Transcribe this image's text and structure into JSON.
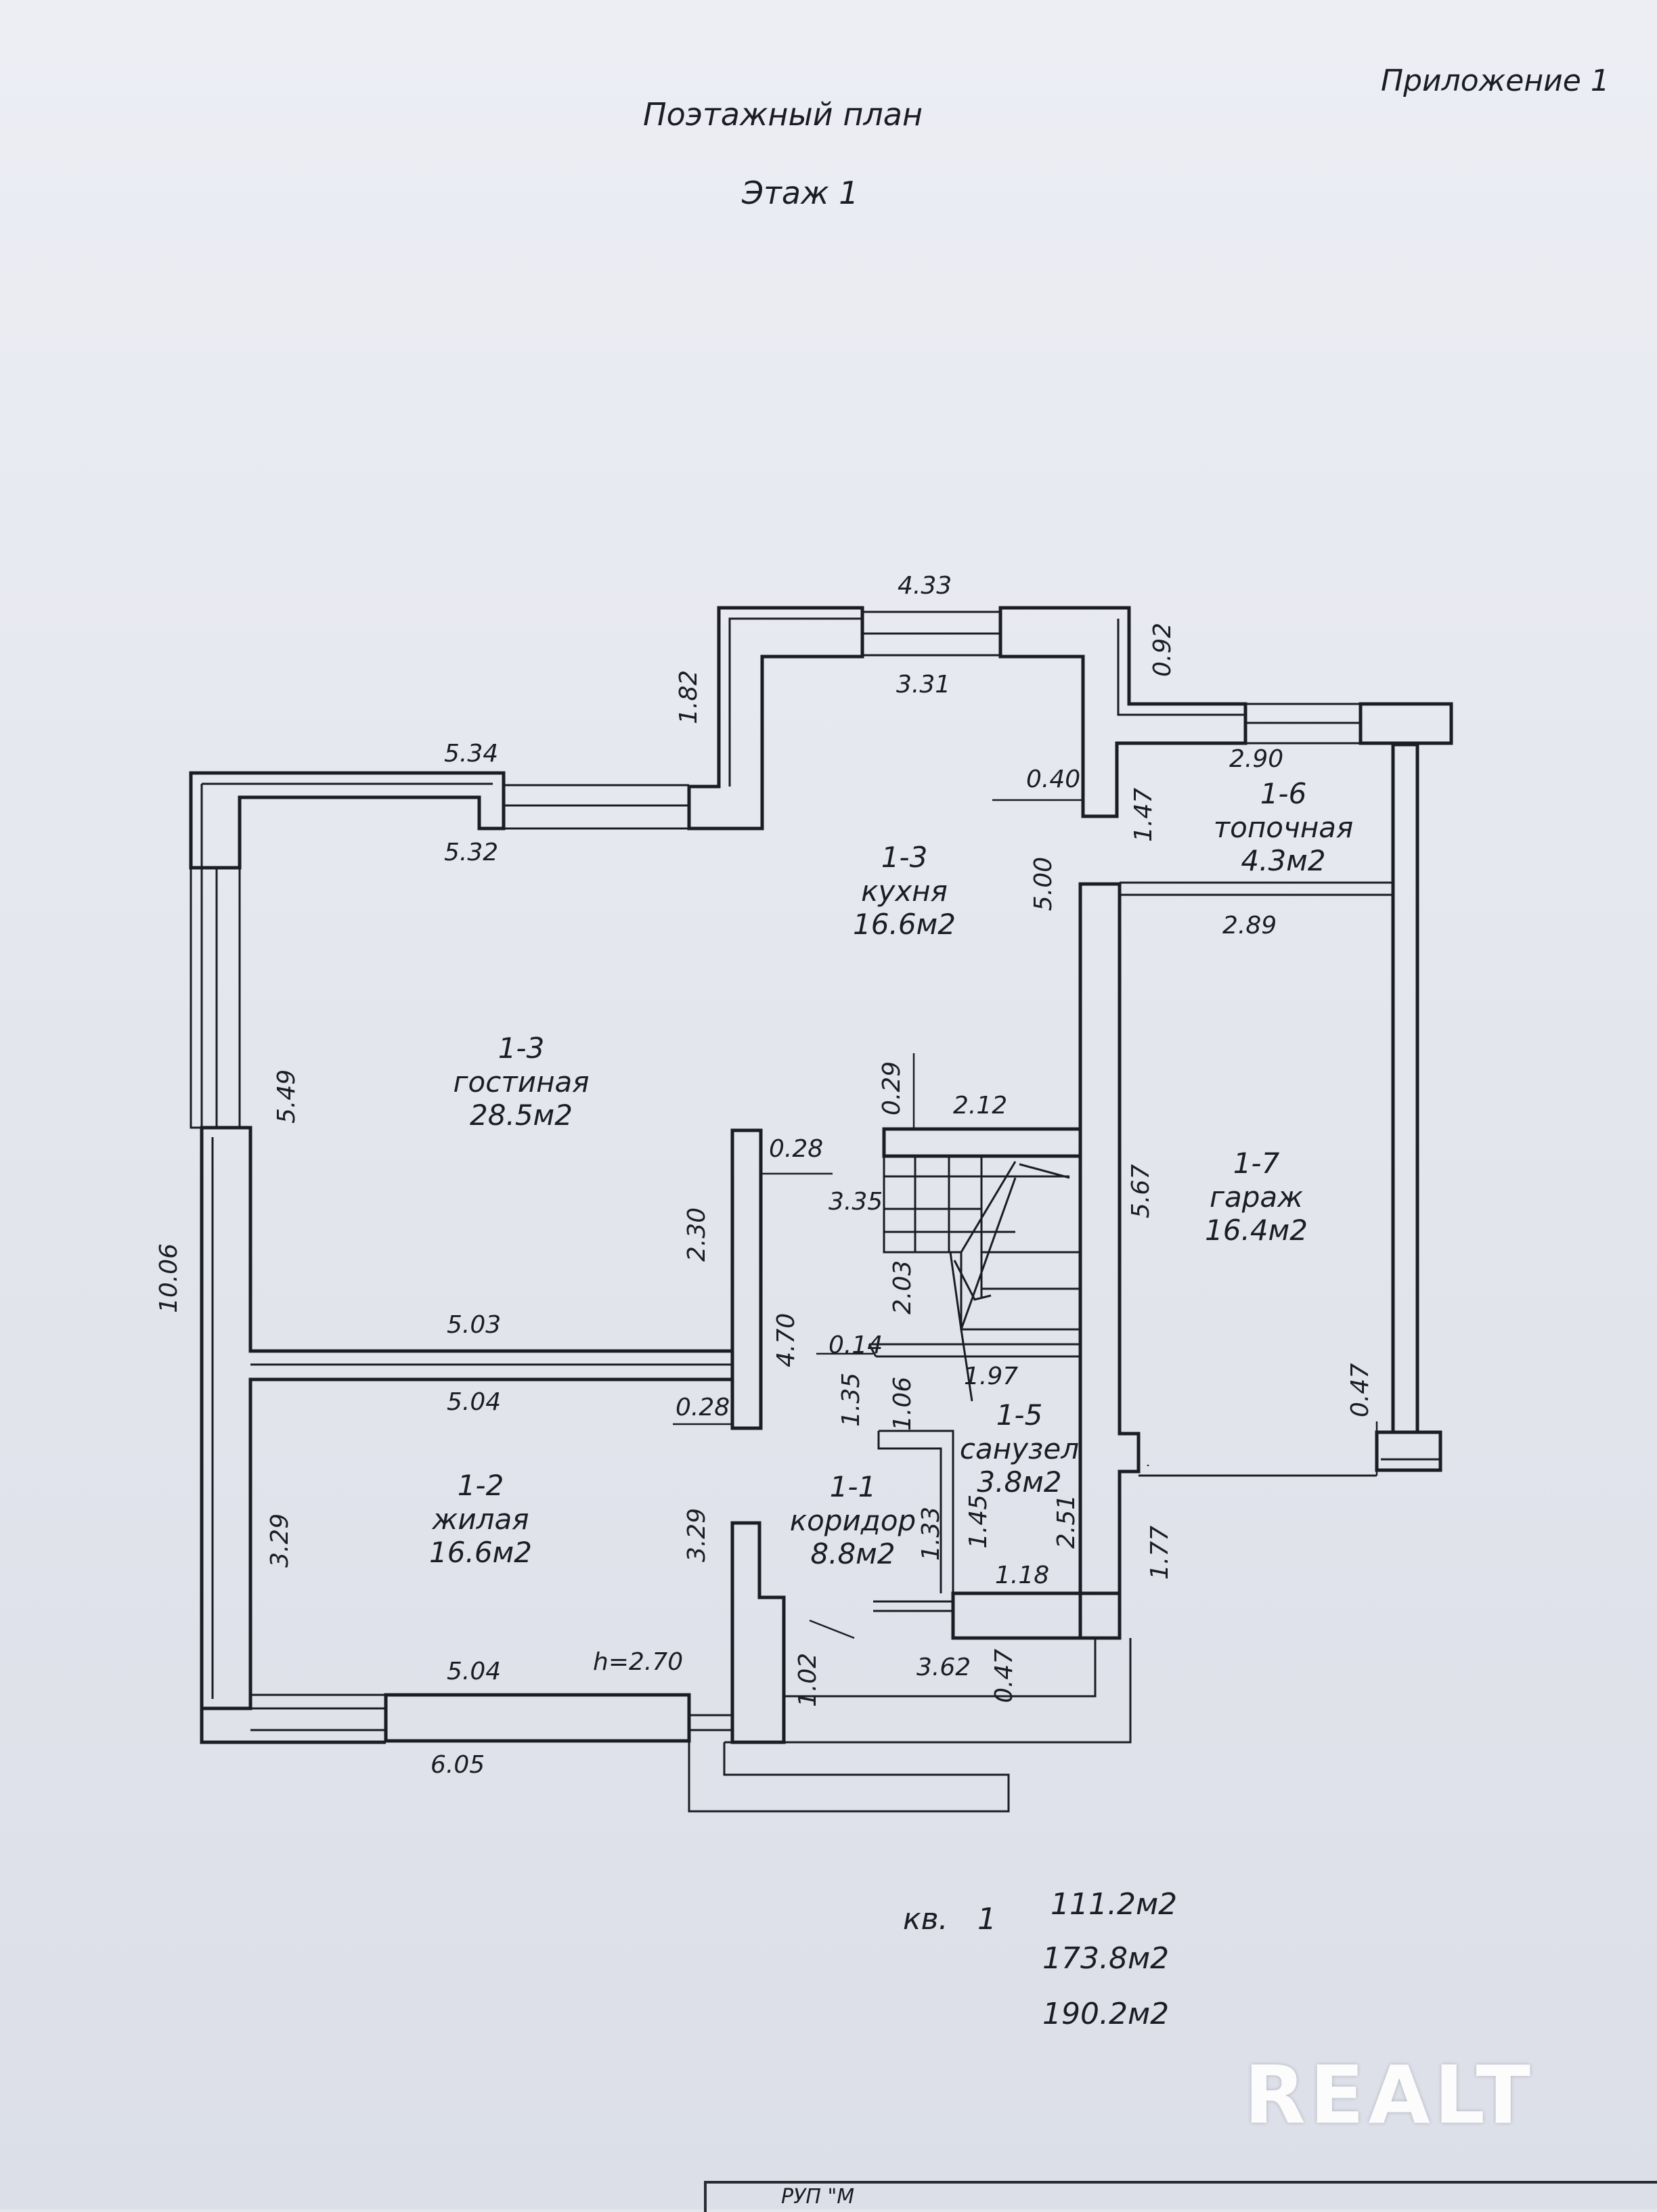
{
  "header": {
    "appendix": "Приложение 1",
    "title": "Поэтажный план",
    "floor": "Этаж 1"
  },
  "rooms": {
    "living_room": {
      "number": "1-3",
      "name": "гостиная",
      "area": "28.5м2"
    },
    "kitchen": {
      "number": "1-3",
      "name": "кухня",
      "area": "16.6м2"
    },
    "boiler": {
      "number": "1-6",
      "name": "топочная",
      "area": "4.3м2"
    },
    "garage": {
      "number": "1-7",
      "name": "гараж",
      "area": "16.4м2"
    },
    "bedroom": {
      "number": "1-2",
      "name": "жилая",
      "area": "16.6м2"
    },
    "corridor": {
      "number": "1-1",
      "name": "коридор",
      "area": "8.8м2"
    },
    "bathroom": {
      "number": "1-5",
      "name": "санузел",
      "area": "3.8м2"
    }
  },
  "dimensions": {
    "d433": "4.33",
    "d331": "3.31",
    "d092": "0.92",
    "d182": "1.82",
    "d534": "5.34",
    "d532": "5.32",
    "d290": "2.90",
    "d040": "0.40",
    "d147": "1.47",
    "d500": "5.00",
    "d289": "2.89",
    "d549": "5.49",
    "d029": "0.29",
    "d212": "2.12",
    "d028a": "0.28",
    "d335": "3.35",
    "d567": "5.67",
    "d230": "2.30",
    "d203": "2.03",
    "d1006": "10.06",
    "d503": "5.03",
    "d470": "4.70",
    "d014": "0.14",
    "d197": "1.97",
    "d504a": "5.04",
    "d028b": "0.28",
    "d135": "1.35",
    "d106": "1.06",
    "d047a": "0.47",
    "d329a": "3.29",
    "d329b": "3.29",
    "d133": "1.33",
    "d145": "1.45",
    "d251": "2.51",
    "d118": "1.18",
    "d177": "1.77",
    "d504b": "5.04",
    "h": "h=2.70",
    "d102": "1.02",
    "d362": "3.62",
    "d047b": "0.47",
    "d605": "6.05"
  },
  "summary": {
    "apartment_label": "кв.",
    "apartment_number": "1",
    "area_1": "111.2м2",
    "area_2": "173.8м2",
    "area_3": "190.2м2"
  },
  "stamp_text": "РУП \"М",
  "watermark": "REALT",
  "colors": {
    "ink": "#1c1c24",
    "paper": "#e4e6ee",
    "watermark": "#ffffff"
  }
}
